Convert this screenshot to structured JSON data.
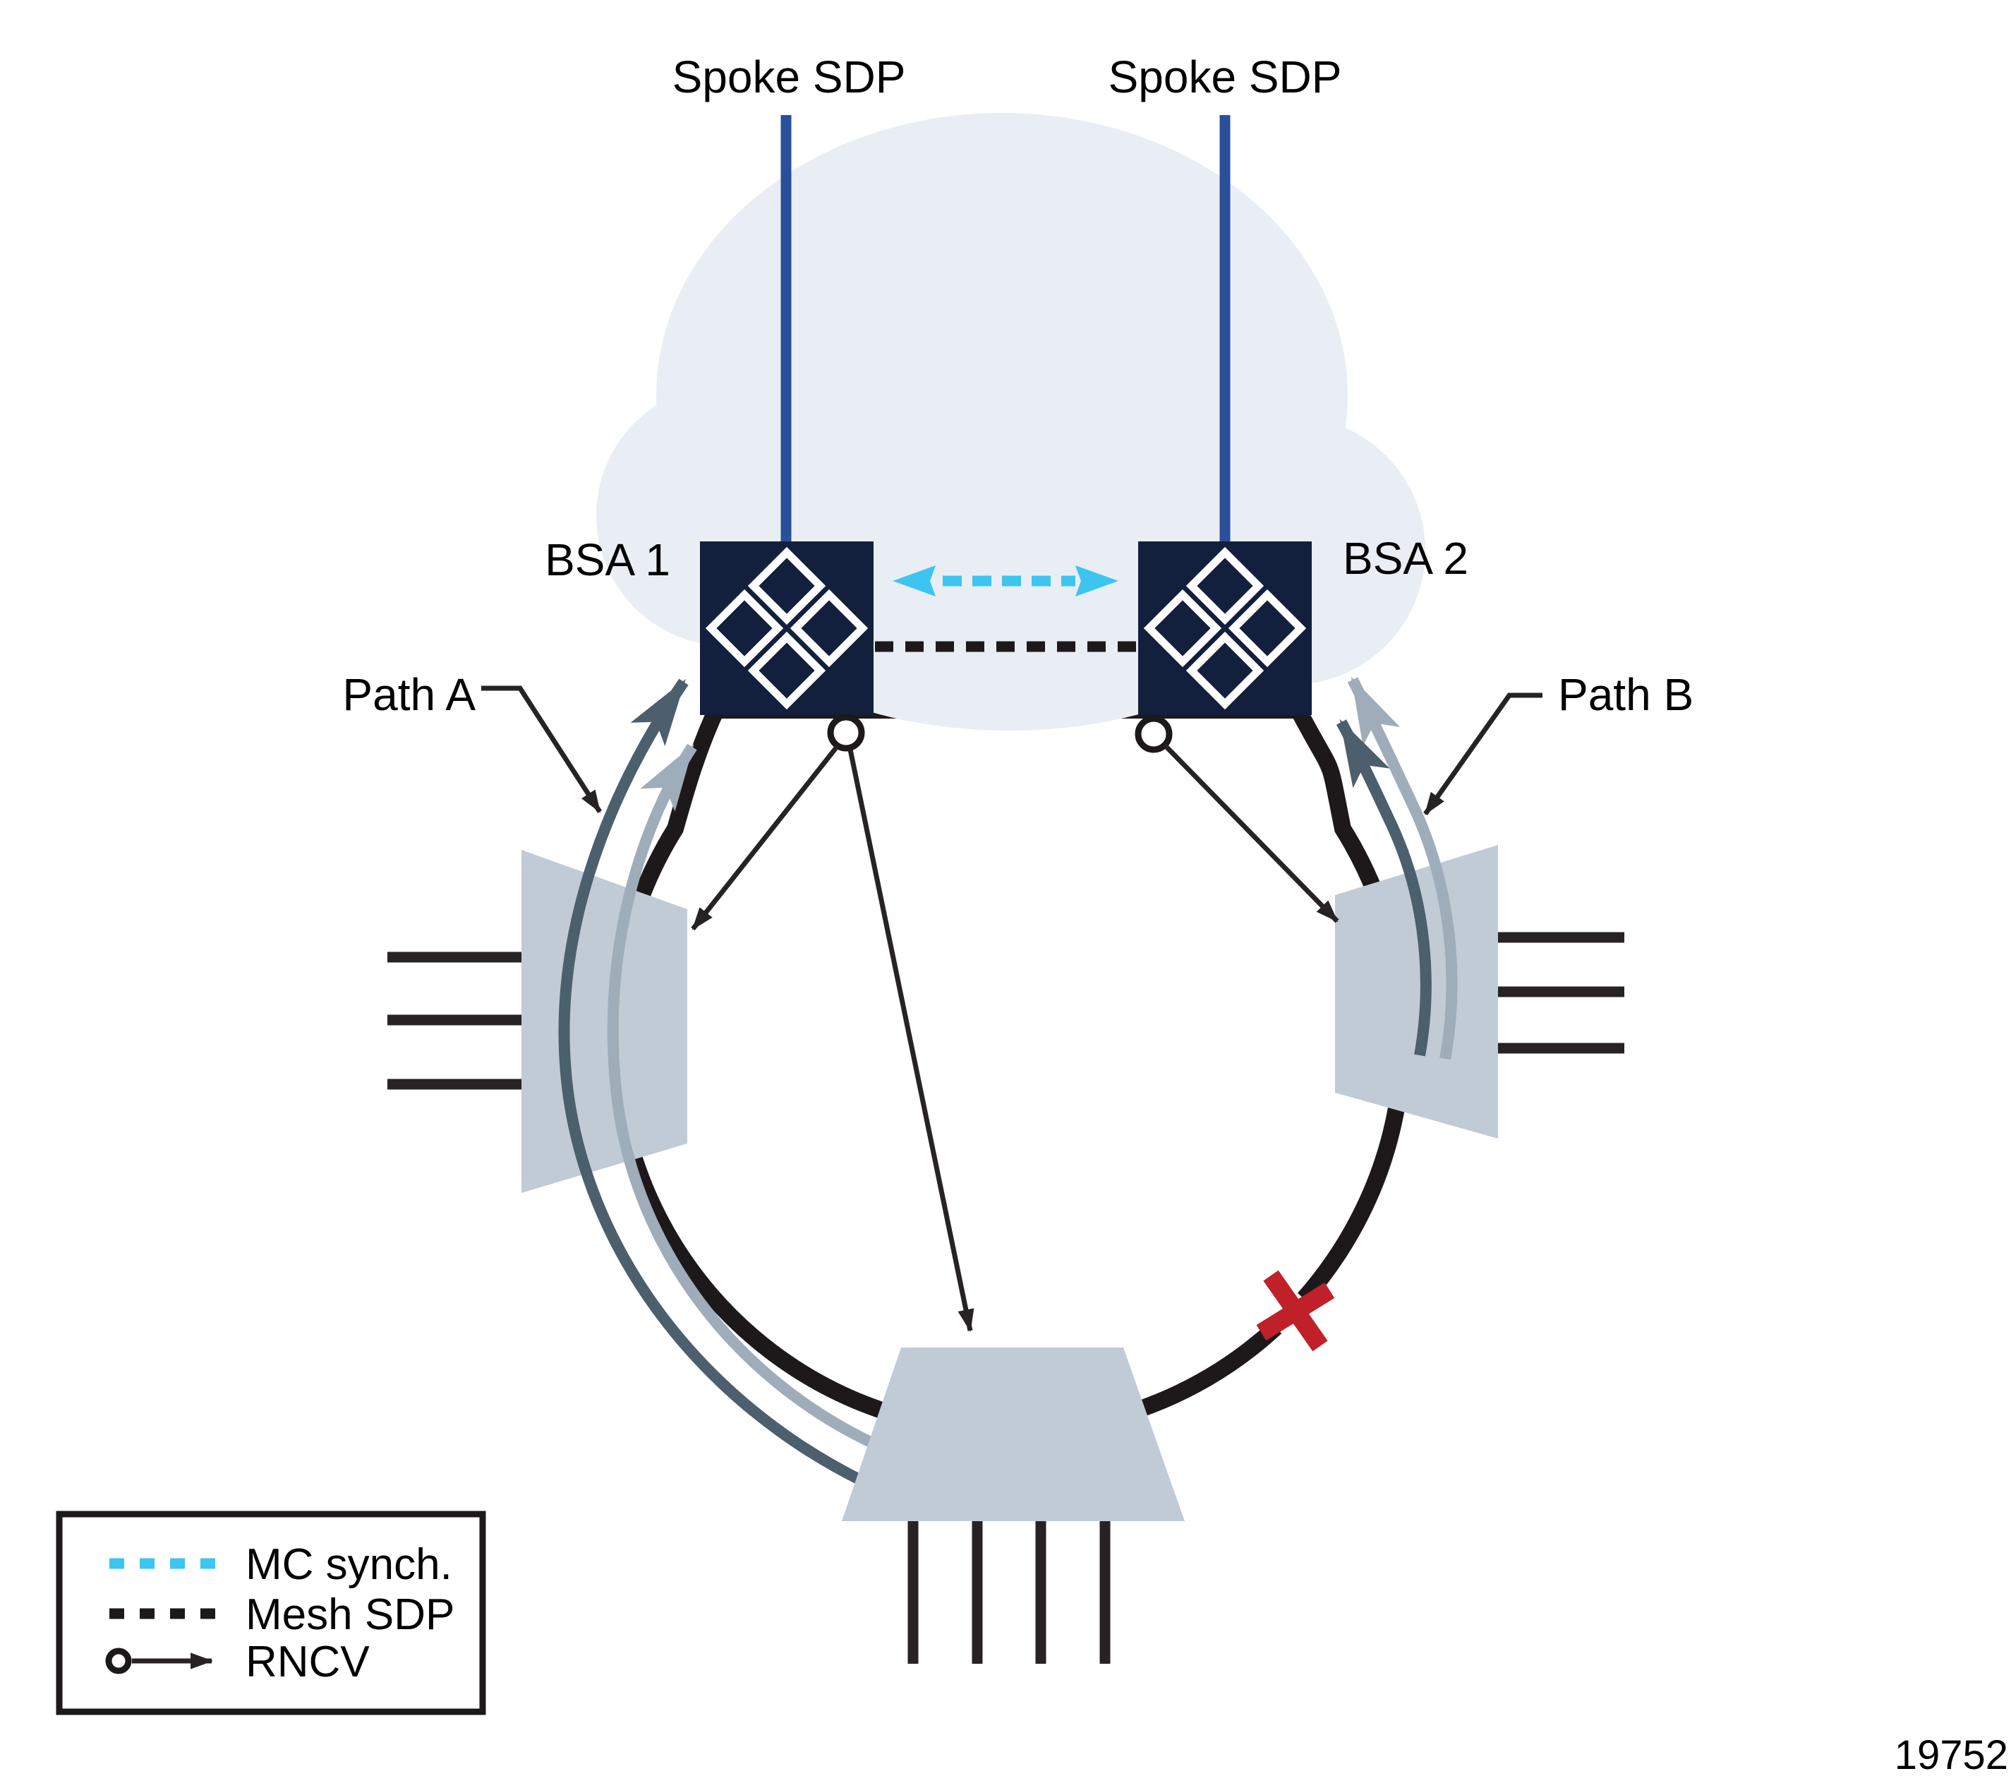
{
  "diagram": {
    "type": "network-topology-figure",
    "spoke_labels": {
      "left": "Spoke SDP",
      "right": "Spoke SDP"
    },
    "bsa_nodes": [
      {
        "label": "BSA 1"
      },
      {
        "label": "BSA 2"
      }
    ],
    "path_labels": {
      "path_a": "Path A",
      "path_b": "Path B"
    },
    "ring": {
      "failure_marker": "X",
      "access_nodes": 3
    },
    "legend": {
      "items": [
        {
          "symbol": "cyan-dashed-line",
          "label": "MC synch."
        },
        {
          "symbol": "black-dashed-line",
          "label": "Mesh SDP"
        },
        {
          "symbol": "circle-arrow",
          "label": "RNCV"
        }
      ]
    },
    "figure_number": "19752",
    "colors": {
      "navy": "#13203d",
      "cyan": "#3cc5f0",
      "ring_black": "#1d191a",
      "thin_black": "#272324",
      "node_gray": "#c1cbd6",
      "slate_dark": "#4c5f6d",
      "slate_light": "#9fadba",
      "cloud": "#e9eef4",
      "spoke_blue": "#2a4f9b",
      "fail_red": "#c0202a"
    }
  }
}
